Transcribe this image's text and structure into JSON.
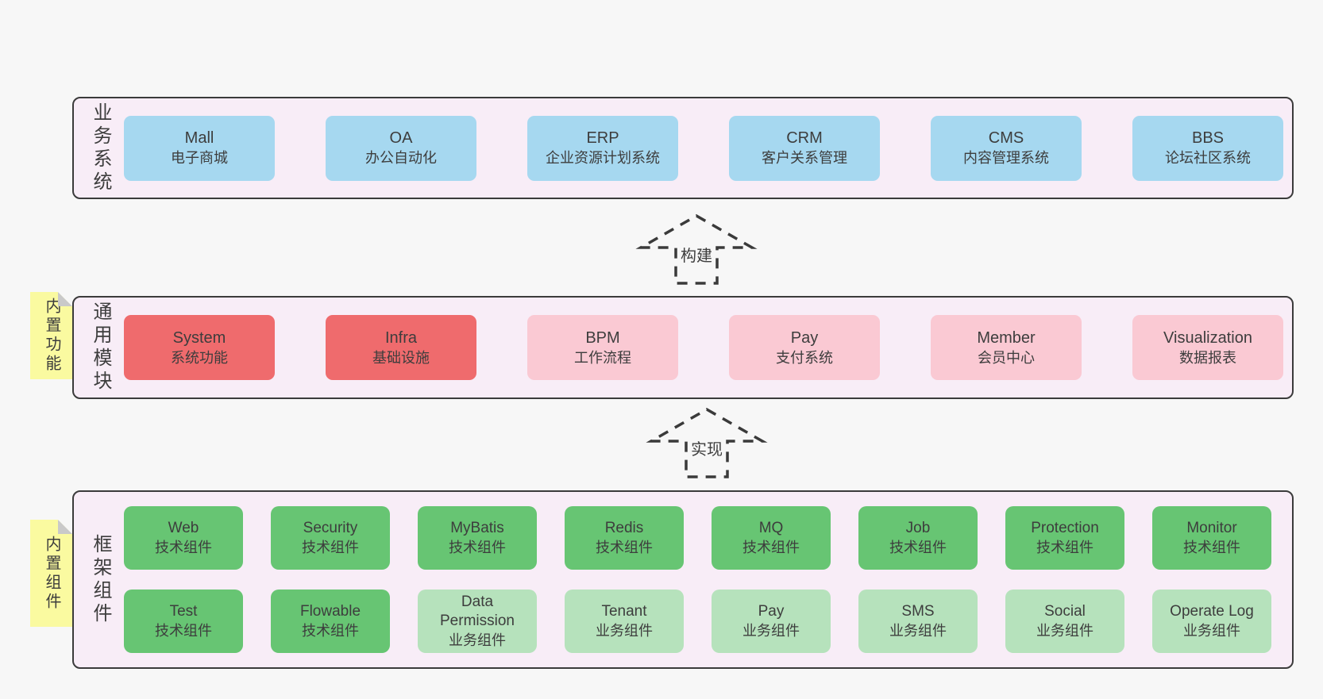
{
  "palette": {
    "page-bg": "#f7f7f7",
    "panel-bg": "#f8edf7",
    "panel-border": "#3b3b3b",
    "text": "#3d3d3d",
    "box-blue": "#a6d8f0",
    "box-red": "#ef6b6d",
    "box-pink": "#fac9d3",
    "box-green": "#67c573",
    "box-lightgreen": "#b6e2bc",
    "tag-bg": "#fafaa0",
    "tag-fold": "#c9c9c9"
  },
  "sections": {
    "business": {
      "label": "业务系统",
      "rows": [
        [
          {
            "name": "Mall",
            "desc": "电子商城",
            "color": "blue"
          },
          {
            "name": "OA",
            "desc": "办公自动化",
            "color": "blue"
          },
          {
            "name": "ERP",
            "desc": "企业资源计划系统",
            "color": "blue"
          },
          {
            "name": "CRM",
            "desc": "客户关系管理",
            "color": "blue"
          },
          {
            "name": "CMS",
            "desc": "内容管理系统",
            "color": "blue"
          },
          {
            "name": "BBS",
            "desc": "论坛社区系统",
            "color": "blue"
          }
        ]
      ]
    },
    "modules": {
      "label": "通用模块",
      "tag": "内置功能",
      "rows": [
        [
          {
            "name": "System",
            "desc": "系统功能",
            "color": "red"
          },
          {
            "name": "Infra",
            "desc": "基础设施",
            "color": "red"
          },
          {
            "name": "BPM",
            "desc": "工作流程",
            "color": "pink"
          },
          {
            "name": "Pay",
            "desc": "支付系统",
            "color": "pink"
          },
          {
            "name": "Member",
            "desc": "会员中心",
            "color": "pink"
          },
          {
            "name": "Visualization",
            "desc": "数据报表",
            "color": "pink"
          }
        ]
      ]
    },
    "components": {
      "label": "框架组件",
      "tag": "内置组件",
      "rows": [
        [
          {
            "name": "Web",
            "desc": "技术组件",
            "color": "green"
          },
          {
            "name": "Security",
            "desc": "技术组件",
            "color": "green"
          },
          {
            "name": "MyBatis",
            "desc": "技术组件",
            "color": "green"
          },
          {
            "name": "Redis",
            "desc": "技术组件",
            "color": "green"
          },
          {
            "name": "MQ",
            "desc": "技术组件",
            "color": "green"
          },
          {
            "name": "Job",
            "desc": "技术组件",
            "color": "green"
          },
          {
            "name": "Protection",
            "desc": "技术组件",
            "color": "green"
          },
          {
            "name": "Monitor",
            "desc": "技术组件",
            "color": "green"
          }
        ],
        [
          {
            "name": "Test",
            "desc": "技术组件",
            "color": "green"
          },
          {
            "name": "Flowable",
            "desc": "技术组件",
            "color": "green"
          },
          {
            "name": "Data Permission",
            "desc": "业务组件",
            "color": "lightgreen"
          },
          {
            "name": "Tenant",
            "desc": "业务组件",
            "color": "lightgreen"
          },
          {
            "name": "Pay",
            "desc": "业务组件",
            "color": "lightgreen"
          },
          {
            "name": "SMS",
            "desc": "业务组件",
            "color": "lightgreen"
          },
          {
            "name": "Social",
            "desc": "业务组件",
            "color": "lightgreen"
          },
          {
            "name": "Operate Log",
            "desc": "业务组件",
            "color": "lightgreen"
          }
        ]
      ]
    }
  },
  "arrows": [
    {
      "label": "构建"
    },
    {
      "label": "实现"
    }
  ]
}
